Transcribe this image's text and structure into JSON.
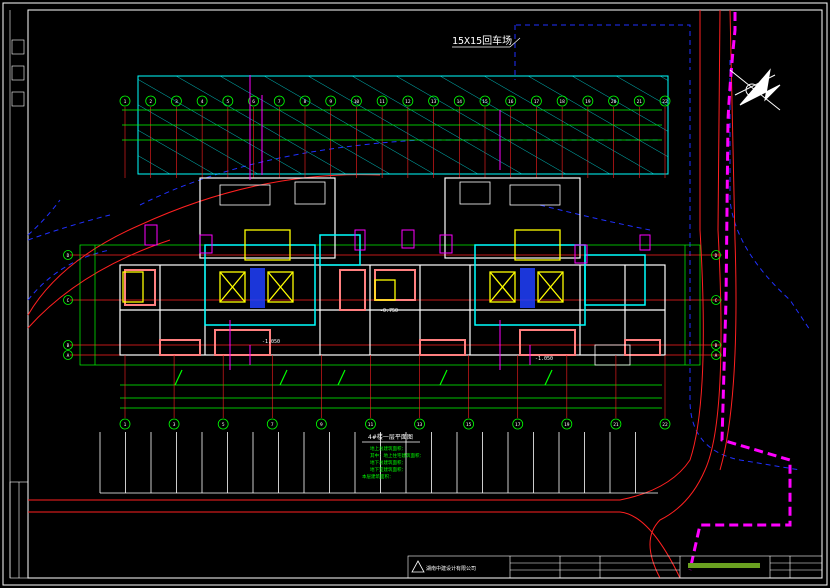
{
  "drawing": {
    "turnaround_label": "15X15回车场",
    "area_table": {
      "title": "4#楼一层平面图",
      "lines": [
        "地上总建筑面积：",
        "其中：地上住宅建筑面积：",
        "地下总建筑面积：",
        "地下室建筑面积：",
        "本层建筑面积："
      ]
    },
    "level_labels": [
      "-1.050",
      "-0.750",
      "-1.050"
    ],
    "title_block": {
      "company": "湖南中建设计有限公司"
    },
    "grid_top": [
      "1",
      "2",
      "3",
      "4",
      "5",
      "6",
      "7",
      "8",
      "9",
      "10",
      "11",
      "12",
      "13",
      "14",
      "15",
      "16",
      "17",
      "18",
      "19",
      "20",
      "21",
      "22"
    ],
    "grid_bottom": [
      "1",
      "3",
      "5",
      "7",
      "9",
      "11",
      "13",
      "15",
      "17",
      "19",
      "21",
      "22"
    ],
    "grid_left": [
      "D",
      "C",
      "B",
      "A"
    ],
    "colors": {
      "background": "#000000",
      "frame": "#ffffff",
      "grid": "#ff2020",
      "dimension": "#00ff00",
      "wall": "#ffffff",
      "hatch": "#00ffff",
      "road_blue": "#2020ff",
      "boundary": "#ff00ff",
      "elevator": "#ffff00"
    }
  }
}
